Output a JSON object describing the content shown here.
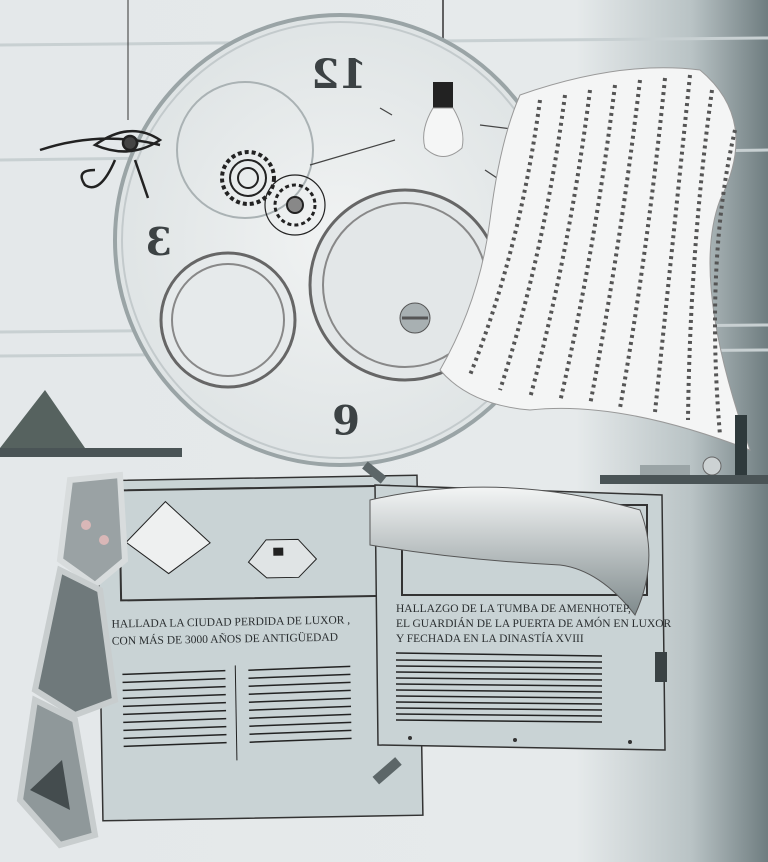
{
  "clock": {
    "numeral_12": "12",
    "numeral_3": "3",
    "numeral_6": "6"
  },
  "newspaper_left": {
    "headline_line1": "HALLADA LA CIUDAD PERDIDA DE LUXOR ,",
    "headline_line2": "CON MÁS DE 3000 AÑOS DE ANTIGÜEDAD"
  },
  "newspaper_right": {
    "headline_line1": "HALLAZGO DE LA TUMBA DE AMENHOTEP,",
    "headline_line2": "EL GUARDIÁN DE LA PUERTA DE AMÓN EN LUXOR",
    "headline_line3": "Y FECHADA EN LA DINASTÍA XVIII"
  },
  "colors": {
    "background": "#dfe4e6",
    "paper": "#c9d3d5",
    "ink": "#2a2e30",
    "shelf": "#4a5456"
  }
}
